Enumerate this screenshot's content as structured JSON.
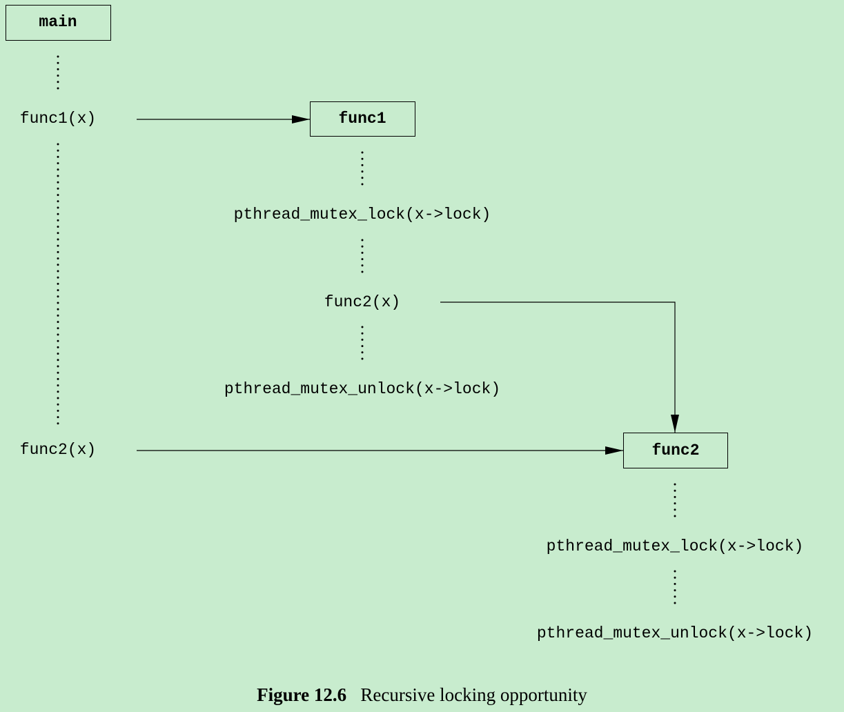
{
  "boxes": {
    "main": "main",
    "func1": "func1",
    "func2": "func2"
  },
  "main_column": {
    "call_func1": "func1(x)",
    "call_func2": "func2(x)"
  },
  "func1_column": {
    "lock": "pthread_mutex_lock(x->lock)",
    "call_func2": "func2(x)",
    "unlock": "pthread_mutex_unlock(x->lock)"
  },
  "func2_column": {
    "lock": "pthread_mutex_lock(x->lock)",
    "unlock": "pthread_mutex_unlock(x->lock)"
  },
  "caption": {
    "figure_number": "Figure 12.6",
    "title": "Recursive locking opportunity"
  },
  "colors": {
    "background": "#c8ecce",
    "stroke": "#000000"
  }
}
